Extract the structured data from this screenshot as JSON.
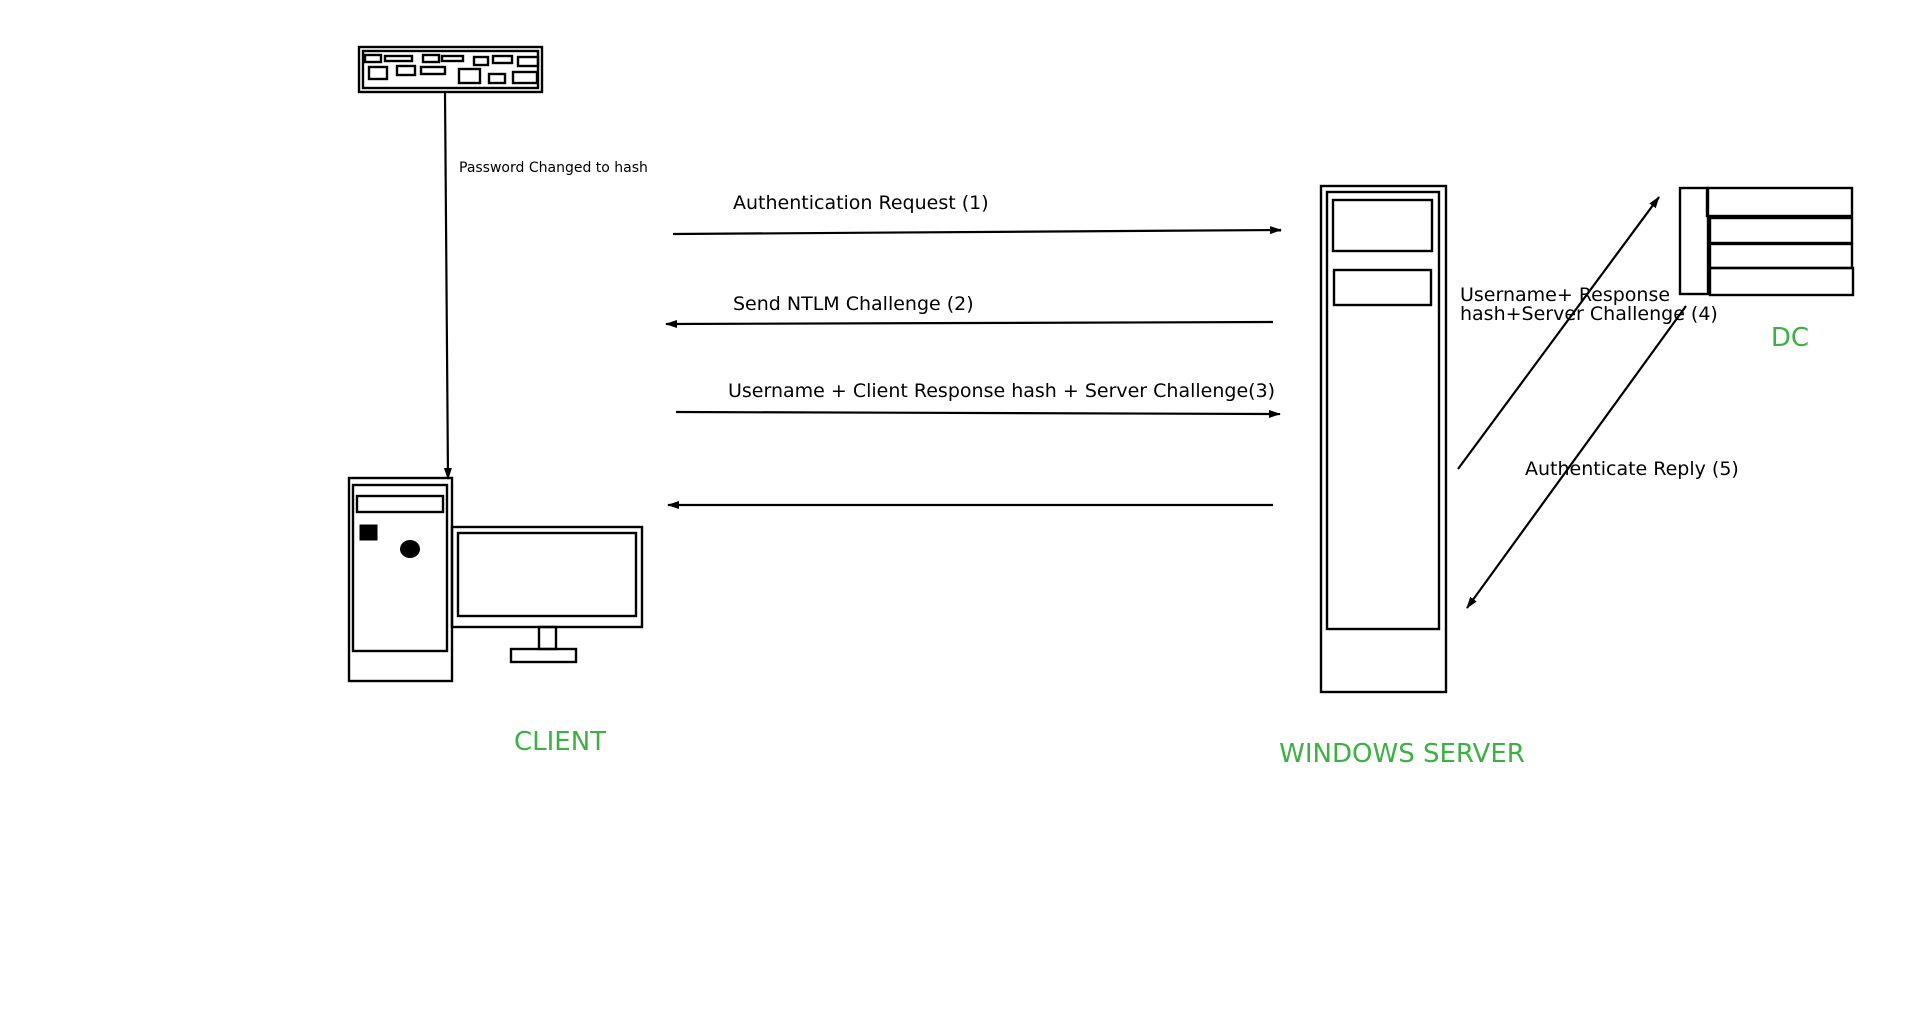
{
  "colors": {
    "stroke": "#000000",
    "node_label": "#3cb043",
    "background": "#ffffff"
  },
  "nodes": {
    "client": {
      "label": "CLIENT"
    },
    "windows_server": {
      "label": "WINDOWS SERVER"
    },
    "dc": {
      "label": "DC"
    }
  },
  "edges": {
    "password_changed": {
      "label": "Password Changed to hash"
    },
    "auth_request": {
      "label": "Authentication Request (1)"
    },
    "ntlm_challenge": {
      "label": "Send NTLM Challenge (2)"
    },
    "client_response": {
      "label": "Username + Client Response hash + Server Challenge(3)"
    },
    "server_reply": {
      "label": ""
    },
    "dc_forward": {
      "label_lines": [
        "Username+ Response",
        "hash+Server Challenge (4)"
      ]
    },
    "dc_reply": {
      "label": "Authenticate Reply (5)"
    }
  }
}
